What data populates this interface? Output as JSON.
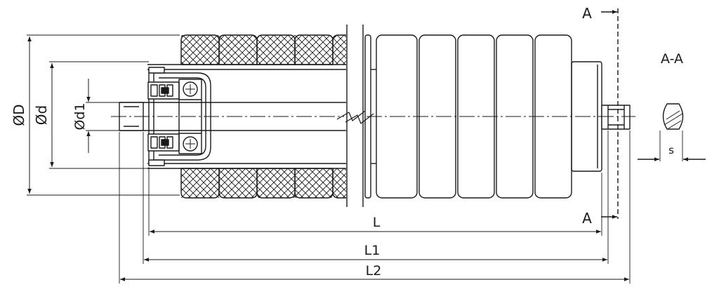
{
  "labels": {
    "diameter_outer": "ØD",
    "diameter_inner": "Ød",
    "diameter_shaft": "Ød1",
    "length_shell": "L",
    "length_l1": "L1",
    "length_l2": "L2",
    "section_mark_top": "A",
    "section_mark_bottom": "A",
    "section_title": "A-A",
    "flat_width": "s"
  },
  "colors": {
    "line": "#1a1a1a",
    "fill": "#ffffff"
  }
}
